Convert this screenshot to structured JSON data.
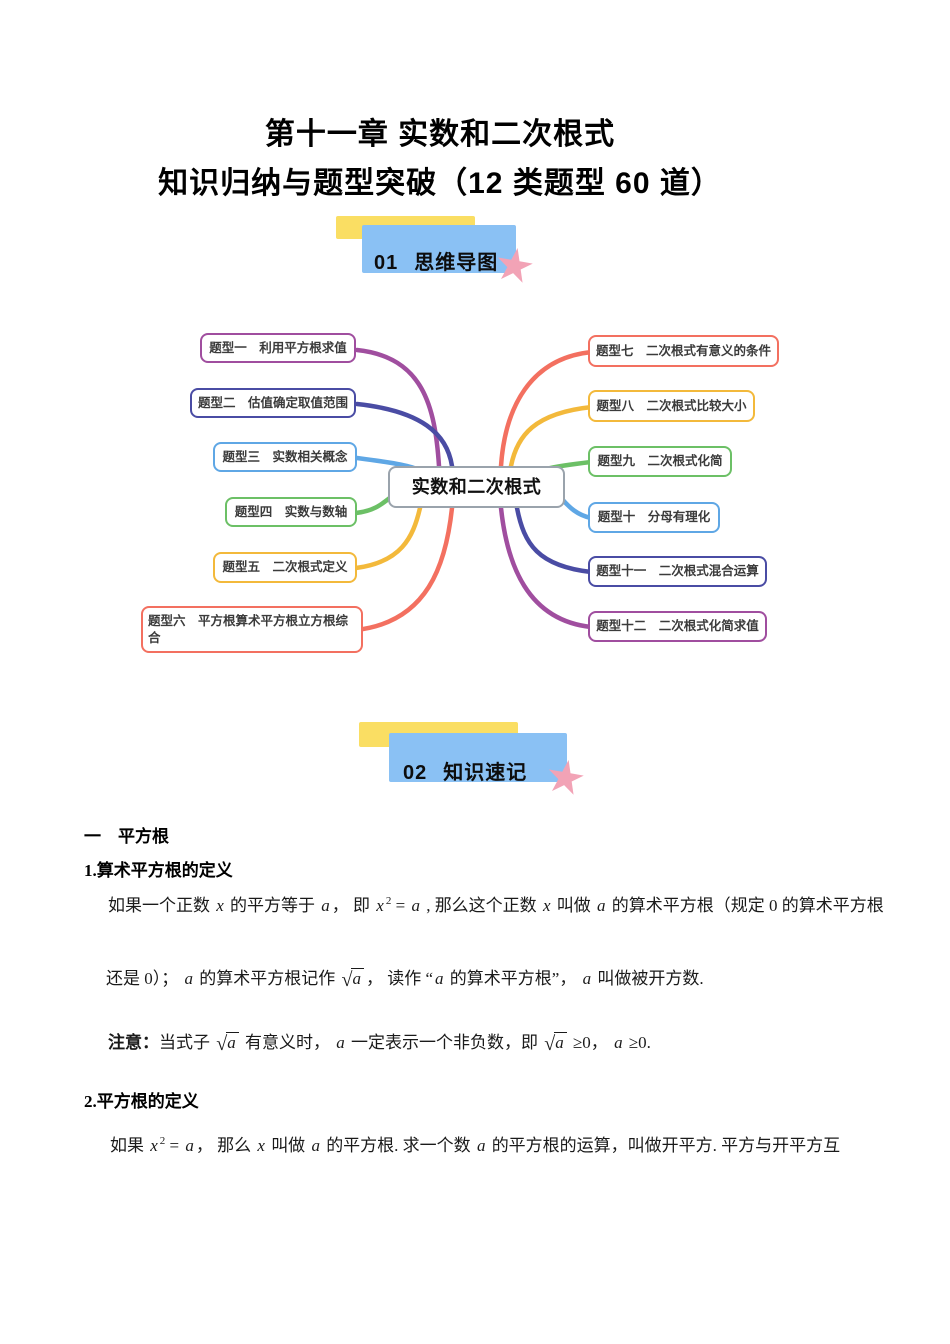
{
  "titles": {
    "line1": "第十一章 实数和二次根式",
    "line2": "知识归纳与题型突破（12 类题型 60 道）"
  },
  "banners": {
    "b1": {
      "num": "01",
      "label": "思维导图"
    },
    "b2": {
      "num": "02",
      "label": "知识速记"
    }
  },
  "icons": {
    "star": "★"
  },
  "colors": {
    "banner_yellow": "#FADE63",
    "banner_blue": "#8AC1F4",
    "star_pink": "#F2A3B6",
    "center_border": "#9AA3AC"
  },
  "mindmap": {
    "center": "实数和二次根式",
    "left": [
      {
        "label": "题型一　利用平方根求值",
        "color": "#A04E9F"
      },
      {
        "label": "题型二　估值确定取值范围",
        "color": "#4A4CA4"
      },
      {
        "label": "题型三　实数相关概念",
        "color": "#5FA7E5"
      },
      {
        "label": "题型四　实数与数轴",
        "color": "#6CC066"
      },
      {
        "label": "题型五　二次根式定义",
        "color": "#F3B93B"
      },
      {
        "label": "题型六　平方根算术平方根立方根综合",
        "color": "#F37060"
      }
    ],
    "right": [
      {
        "label": "题型七　二次根式有意义的条件",
        "color": "#F37060"
      },
      {
        "label": "题型八　二次根式比较大小",
        "color": "#F3B93B"
      },
      {
        "label": "题型九　二次根式化简",
        "color": "#6CC066"
      },
      {
        "label": "题型十　分母有理化",
        "color": "#5FA7E5"
      },
      {
        "label": "题型十一　二次根式混合运算",
        "color": "#4A4CA4"
      },
      {
        "label": "题型十二　二次根式化简求值",
        "color": "#A04E9F"
      }
    ]
  },
  "content": {
    "h_section": "一　平方根",
    "h_def1": "1.算术平方根的定义",
    "h_def2": "2.平方根的定义",
    "line1": [
      {
        "k": "t",
        "v": "如果一个正数 "
      },
      {
        "k": "v",
        "v": "x"
      },
      {
        "k": "t",
        "v": " 的平方等于 "
      },
      {
        "k": "v",
        "v": "a"
      },
      {
        "k": "t",
        "v": "， 即 "
      },
      {
        "k": "p",
        "b": "x",
        "e": "2"
      },
      {
        "k": "t",
        "v": " = "
      },
      {
        "k": "v",
        "v": "a"
      },
      {
        "k": "t",
        "v": " , 那么这个正数 "
      },
      {
        "k": "v",
        "v": "x"
      },
      {
        "k": "t",
        "v": " 叫做 "
      },
      {
        "k": "v",
        "v": "a"
      },
      {
        "k": "t",
        "v": " 的算术平方根（规定 0 的算术平方根"
      }
    ],
    "line2": [
      {
        "k": "t",
        "v": "还是 0）； "
      },
      {
        "k": "v",
        "v": "a"
      },
      {
        "k": "t",
        "v": " 的算术平方根记作 "
      },
      {
        "k": "r",
        "v": "a"
      },
      {
        "k": "t",
        "v": "， 读作 “"
      },
      {
        "k": "v",
        "v": "a"
      },
      {
        "k": "t",
        "v": " 的算术平方根”， "
      },
      {
        "k": "v",
        "v": "a"
      },
      {
        "k": "t",
        "v": " 叫做被开方数."
      }
    ],
    "line3": [
      {
        "k": "b",
        "v": "注意："
      },
      {
        "k": "t",
        "v": "当式子 "
      },
      {
        "k": "r",
        "v": "a"
      },
      {
        "k": "t",
        "v": " 有意义时， "
      },
      {
        "k": "v",
        "v": "a"
      },
      {
        "k": "t",
        "v": " 一定表示一个非负数，即 "
      },
      {
        "k": "r",
        "v": "a"
      },
      {
        "k": "t",
        "v": " ≥0， "
      },
      {
        "k": "v",
        "v": "a"
      },
      {
        "k": "t",
        "v": " ≥0."
      }
    ],
    "line4": [
      {
        "k": "t",
        "v": "如果 "
      },
      {
        "k": "p",
        "b": "x",
        "e": "2"
      },
      {
        "k": "t",
        "v": " = "
      },
      {
        "k": "v",
        "v": "a"
      },
      {
        "k": "t",
        "v": "， 那么 "
      },
      {
        "k": "v",
        "v": "x"
      },
      {
        "k": "t",
        "v": " 叫做 "
      },
      {
        "k": "v",
        "v": "a"
      },
      {
        "k": "t",
        "v": " 的平方根. 求一个数 "
      },
      {
        "k": "v",
        "v": "a"
      },
      {
        "k": "t",
        "v": " 的平方根的运算，叫做开平方. 平方与开平方互"
      }
    ]
  }
}
